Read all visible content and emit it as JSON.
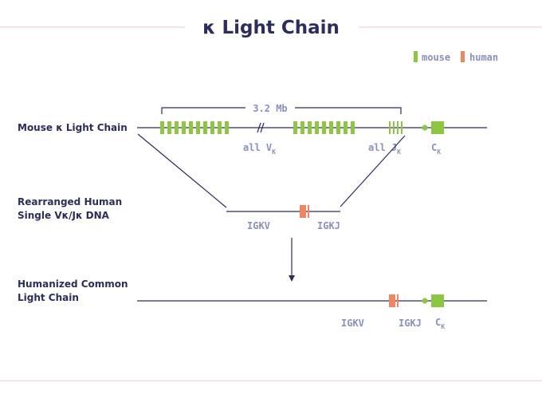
{
  "title": "κ Light Chain",
  "colors": {
    "mouse": "#8dc63f",
    "human": "#f4845f",
    "navy": "#2b2d5e",
    "lavender": "#8a8fc4",
    "rule": "#e8c9cf"
  },
  "legend": {
    "mouse_label": "mouse",
    "human_label": "human"
  },
  "rows": {
    "mouse": {
      "label": "Mouse κ Light Chain",
      "span_label": "3.2 Mb",
      "v_label": "all V",
      "v_sub": "K",
      "j_label": "all J",
      "j_sub": "K",
      "c_label": "C",
      "c_sub": "K"
    },
    "rearranged": {
      "label_line1": "Rearranged Human",
      "label_line2": "Single Vκ/Jκ DNA",
      "igkv_label": "IGKV",
      "igkj_label": "IGKJ"
    },
    "humanized": {
      "label_line1": "Humanized Common",
      "label_line2": "Light Chain",
      "igkv_label": "IGKV",
      "igkj_label": "IGKJ",
      "c_label": "C",
      "c_sub": "K"
    }
  }
}
